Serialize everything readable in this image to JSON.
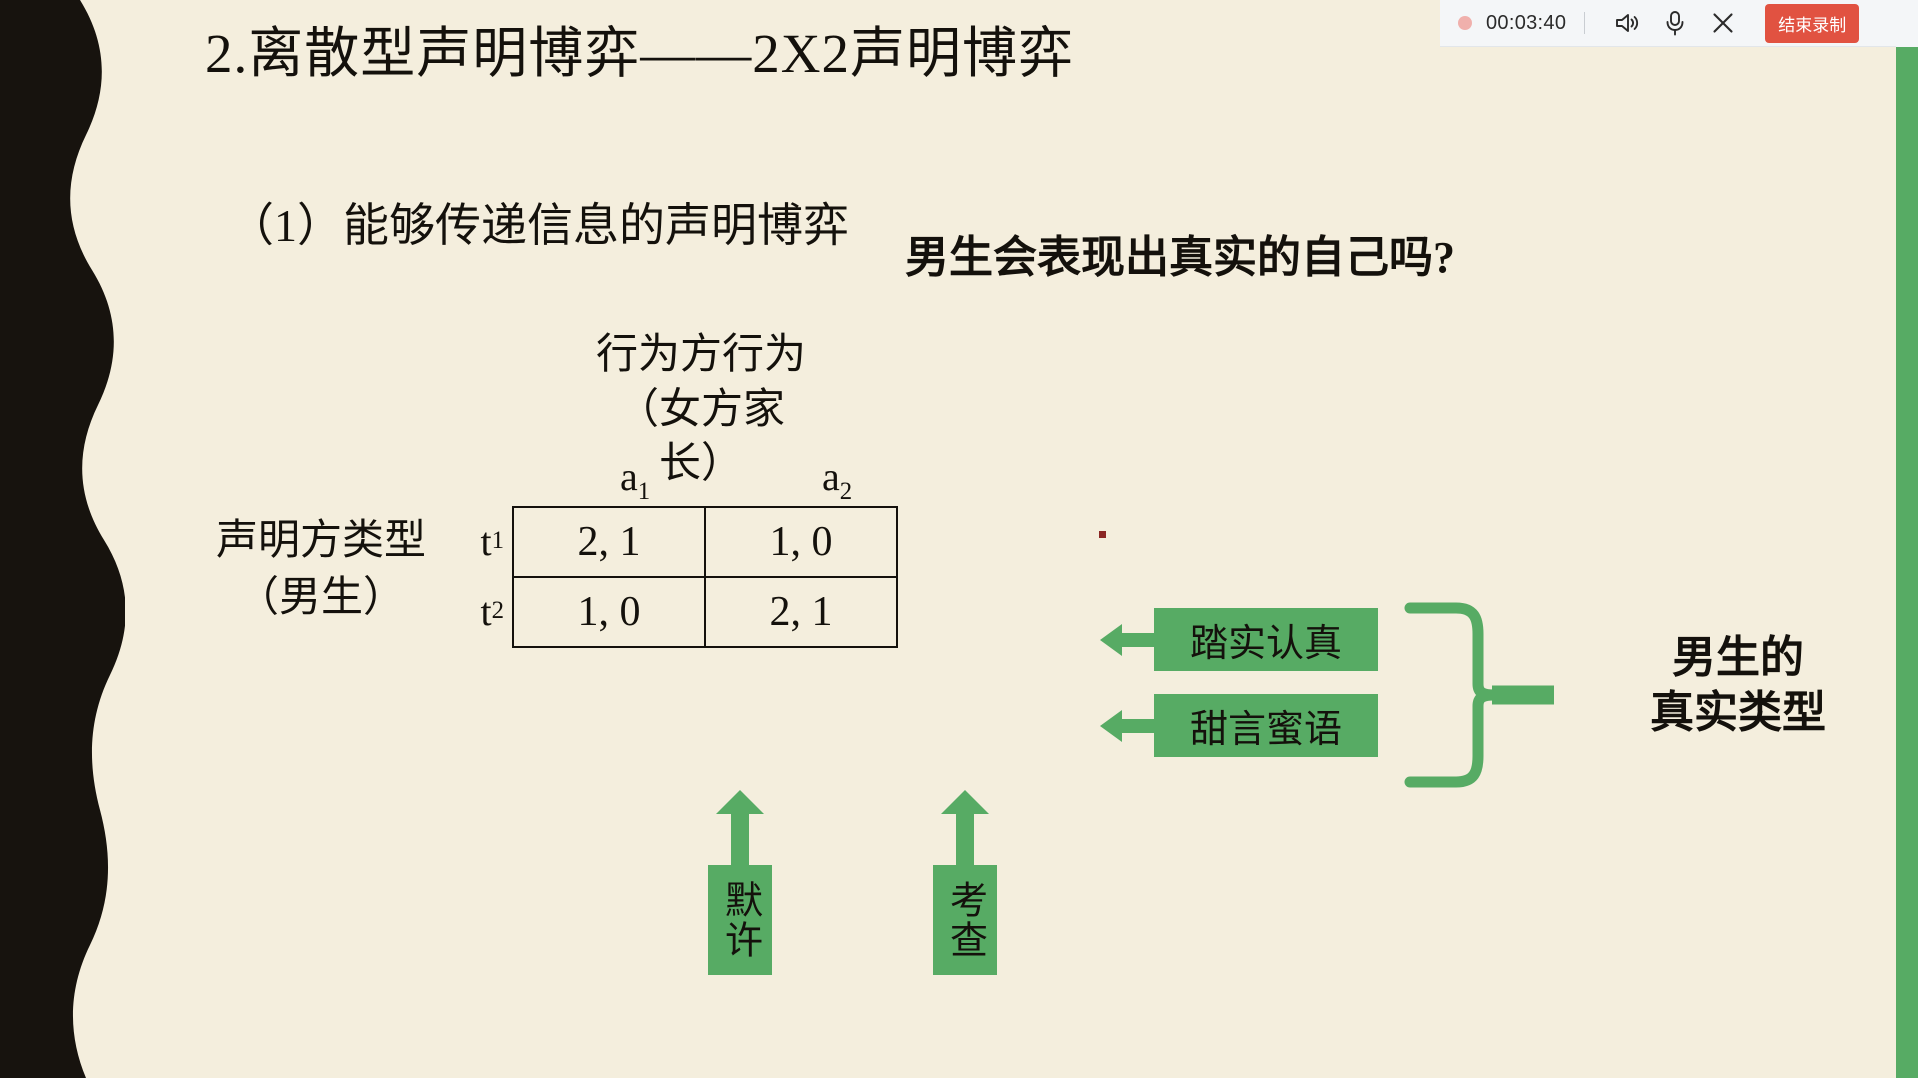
{
  "recording_toolbar": {
    "timer": "00:03:40",
    "stop_label": "结束录制",
    "icons": {
      "record_dot": "record-dot",
      "speaker": "speaker-icon",
      "microphone": "microphone-icon",
      "close": "close-icon"
    }
  },
  "slide": {
    "title": "2.离散型声明博弈——2X2声明博弈",
    "subtitle": "（1）能够传递信息的声明博弈",
    "question": "男生会表现出真实的自己吗?",
    "column_header_line1": "行为方行为",
    "column_header_line2": "（女方家长）",
    "row_header_line1": "声明方类型",
    "row_header_line2": "（男生）",
    "true_type_line1": "男生的",
    "true_type_line2": "真实类型"
  },
  "matrix": {
    "column_labels": [
      "a",
      "a"
    ],
    "column_subscripts": [
      "1",
      "2"
    ],
    "row_labels": [
      "t",
      "t"
    ],
    "row_subscripts": [
      "1",
      "2"
    ],
    "cells": [
      [
        "2, 1",
        "1, 0"
      ],
      [
        "1, 0",
        "2, 1"
      ]
    ]
  },
  "annotations": {
    "type_tag_1": "踏实认真",
    "type_tag_2": "甜言蜜语",
    "action_tag_1": "默许",
    "action_tag_2": "考查"
  },
  "colors": {
    "slide_background": "#f4eedd",
    "accent_green": "#57ab64",
    "stop_button_red": "#e15241",
    "text_black": "#14110c",
    "left_band_black": "#17130e"
  }
}
